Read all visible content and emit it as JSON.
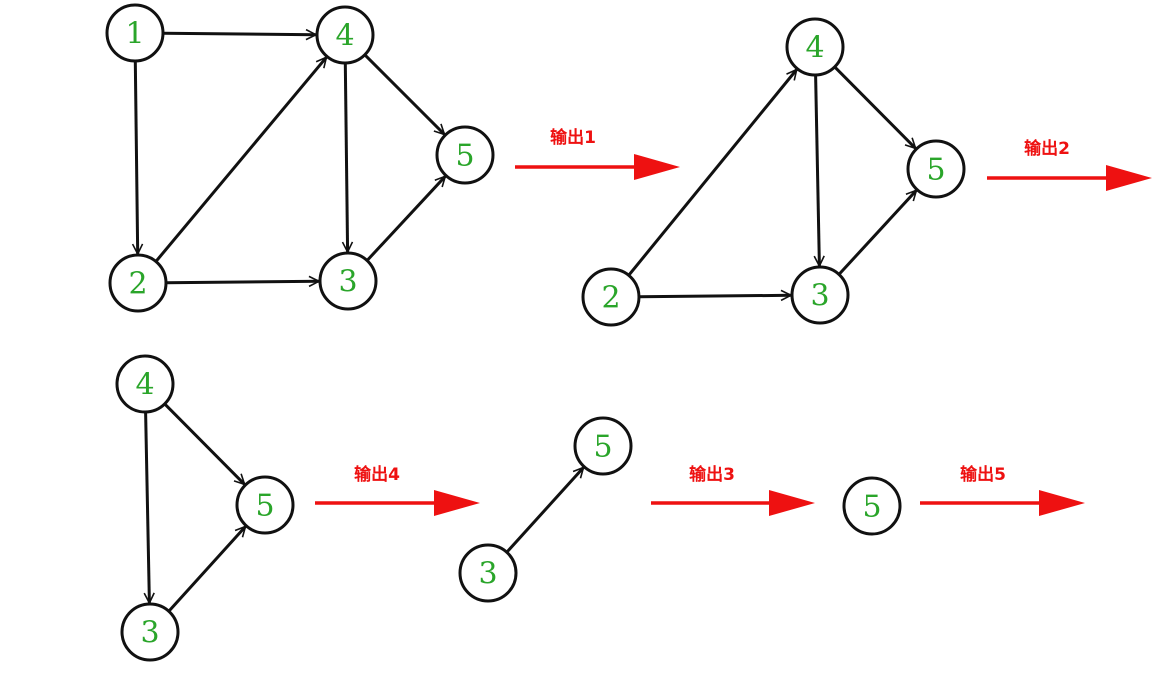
{
  "colors": {
    "node_label": "#2aa52a",
    "node_stroke": "#111111",
    "edge": "#111111",
    "step_arrow": "#ee1111",
    "background": "#ffffff"
  },
  "graphs": [
    {
      "id": "g1",
      "nodes": [
        {
          "id": "1",
          "label": "1"
        },
        {
          "id": "2",
          "label": "2"
        },
        {
          "id": "3",
          "label": "3"
        },
        {
          "id": "4",
          "label": "4"
        },
        {
          "id": "5",
          "label": "5"
        }
      ],
      "edges": [
        {
          "from": "1",
          "to": "4"
        },
        {
          "from": "1",
          "to": "2"
        },
        {
          "from": "2",
          "to": "4"
        },
        {
          "from": "2",
          "to": "3"
        },
        {
          "from": "4",
          "to": "3"
        },
        {
          "from": "4",
          "to": "5"
        },
        {
          "from": "3",
          "to": "5"
        }
      ]
    },
    {
      "id": "g2",
      "nodes": [
        {
          "id": "4",
          "label": "4"
        },
        {
          "id": "5",
          "label": "5"
        },
        {
          "id": "2",
          "label": "2"
        },
        {
          "id": "3",
          "label": "3"
        }
      ],
      "edges": [
        {
          "from": "2",
          "to": "4"
        },
        {
          "from": "2",
          "to": "3"
        },
        {
          "from": "4",
          "to": "3"
        },
        {
          "from": "4",
          "to": "5"
        },
        {
          "from": "3",
          "to": "5"
        }
      ]
    },
    {
      "id": "g3",
      "nodes": [
        {
          "id": "4",
          "label": "4"
        },
        {
          "id": "5",
          "label": "5"
        },
        {
          "id": "3",
          "label": "3"
        }
      ],
      "edges": [
        {
          "from": "4",
          "to": "3"
        },
        {
          "from": "4",
          "to": "5"
        },
        {
          "from": "3",
          "to": "5"
        }
      ]
    },
    {
      "id": "g4",
      "nodes": [
        {
          "id": "5",
          "label": "5"
        },
        {
          "id": "3",
          "label": "3"
        }
      ],
      "edges": [
        {
          "from": "3",
          "to": "5"
        }
      ]
    },
    {
      "id": "g5",
      "nodes": [
        {
          "id": "5",
          "label": "5"
        }
      ],
      "edges": []
    }
  ],
  "steps": [
    {
      "label": "输出1"
    },
    {
      "label": "输出2"
    },
    {
      "label": "输出4"
    },
    {
      "label": "输出3"
    },
    {
      "label": "输出5"
    }
  ]
}
